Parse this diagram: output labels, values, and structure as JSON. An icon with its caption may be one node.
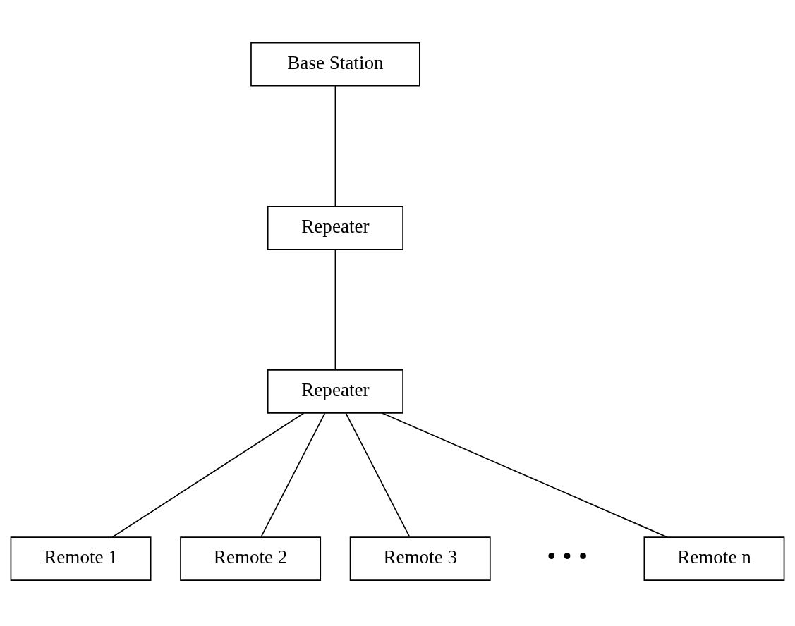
{
  "diagram": {
    "nodes": [
      {
        "text": [
          "Base Station"
        ]
      },
      {
        "text": [
          "Repeater"
        ]
      },
      {
        "text": [
          "Repeater"
        ]
      },
      {
        "text": [
          "Remote 1"
        ]
      },
      {
        "text": [
          "Remote 2"
        ]
      },
      {
        "text": [
          "Remote 3"
        ]
      },
      {
        "text": [
          "Remote n"
        ]
      }
    ],
    "edges": [
      {
        "from": 0,
        "to": 1,
        "arrow": "none"
      },
      {
        "from": 1,
        "to": 2,
        "arrow": "none"
      },
      {
        "from": 2,
        "to": 3,
        "arrow": "none"
      },
      {
        "from": 2,
        "to": 4,
        "arrow": "none"
      },
      {
        "from": 2,
        "to": 5,
        "arrow": "none"
      },
      {
        "from": 2,
        "to": 6,
        "arrow": "none"
      }
    ],
    "labels": [
      "• • •"
    ]
  }
}
